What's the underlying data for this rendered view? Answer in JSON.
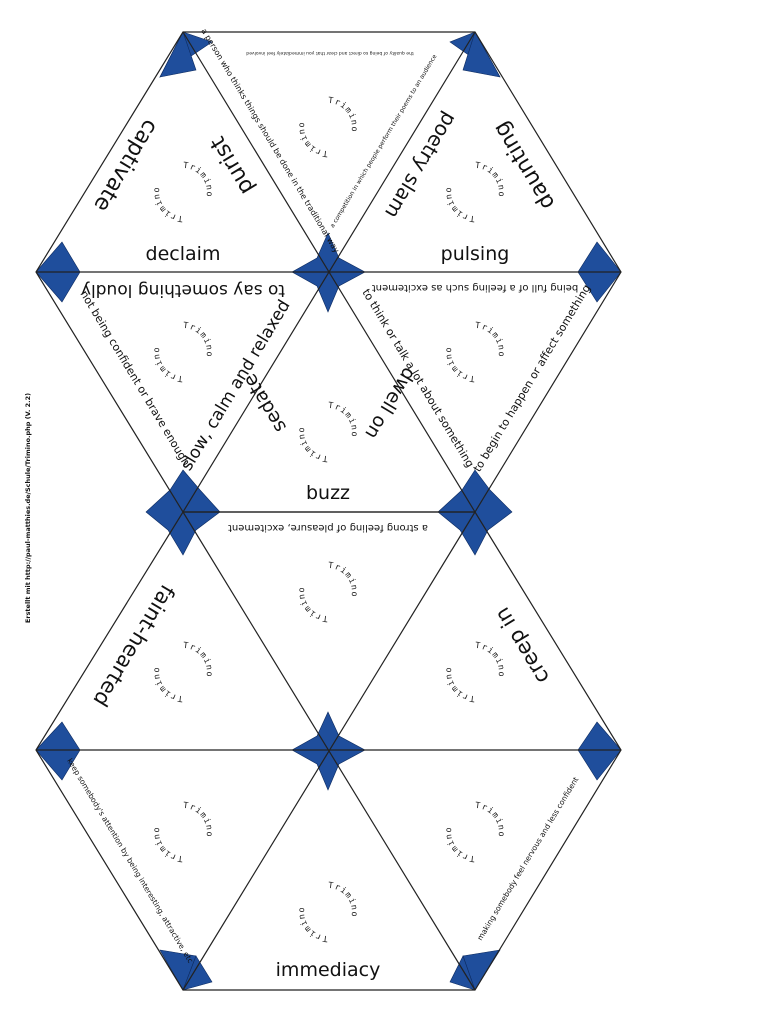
{
  "credit": "Erstellt mit http://paul-matthies.de/Schule/Trimino.php (V. 2.2)",
  "ring_label": "Trimino",
  "colors": {
    "accent": "#1f4e9c",
    "line": "#222222"
  },
  "terms": {
    "captivate": "captivate",
    "purist": "purist",
    "declaim": "declaim",
    "poetry_slam": "poetry slam",
    "daunting": "daunting",
    "pulsing": "pulsing",
    "to_say_loudly": "to say something loudly",
    "slow_calm": "slow, calm and relaxed",
    "sedate": "sedate",
    "dwell_on": "dwell on",
    "buzz": "buzz",
    "faint_hearted": "faint-hearted",
    "creep_in": "creep in",
    "immediacy": "immediacy"
  },
  "definitions": {
    "top_tiny": "the quality of being so direct and clear that you immediately feel involved",
    "purist_def": "a person who thinks things should be done in the traditional way",
    "slam_def": "a competition in which people perform their poems to an audience",
    "being_full": "being full of a feeling such as excitement",
    "not_confident": "not being confident or brave enough",
    "think_talk": "to think or talk a lot about something",
    "begin_affect": "to begin to happen or affect something",
    "strong_feeling": "a strong feeling of pleasure, excitement",
    "keep_attention": "keep somebody's attention by being interesting, attractive, etc",
    "making_nervous": "making somebody feel nervous and less confident"
  }
}
